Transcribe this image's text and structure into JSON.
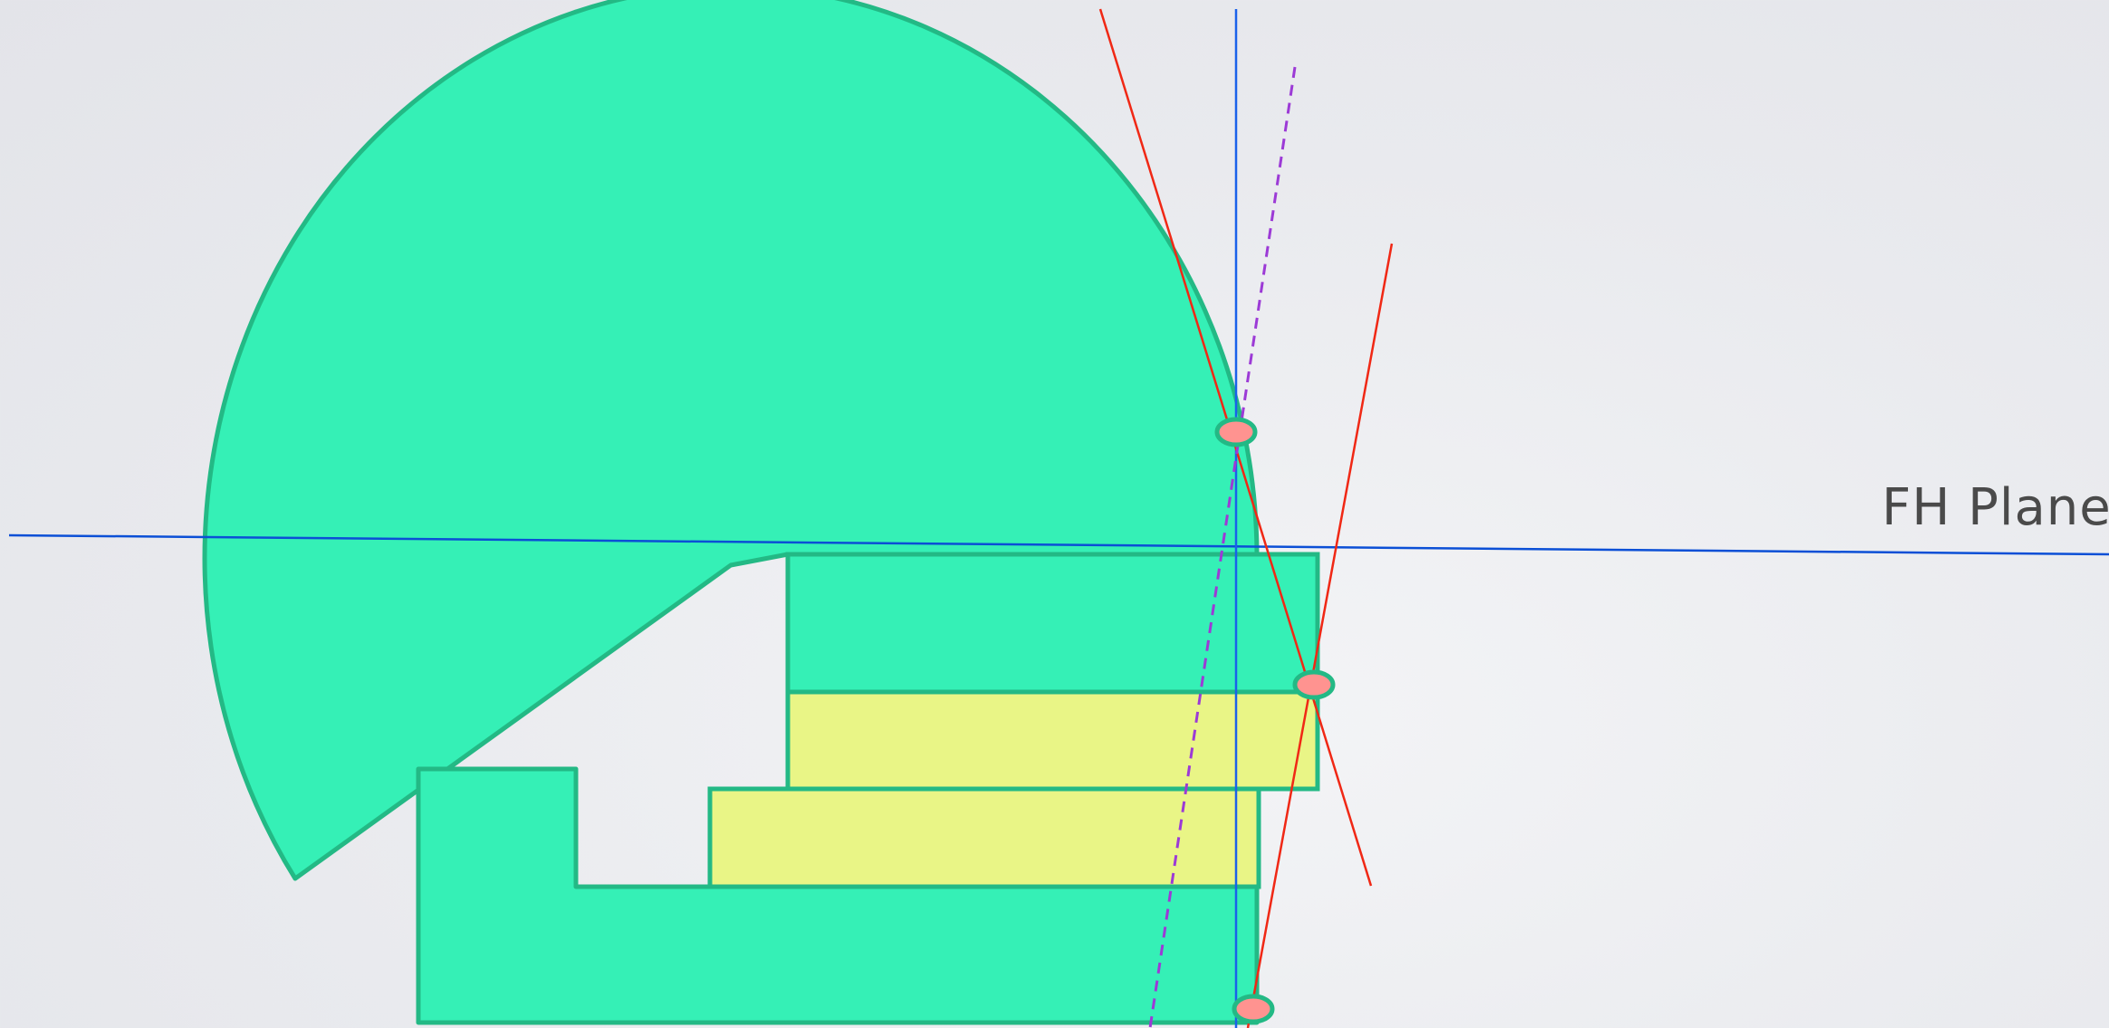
{
  "labels": {
    "fh_plane": "FH Plane"
  },
  "colors": {
    "skull_fill": "#35f0b6",
    "outline": "#23b985",
    "teeth_fill": "#e9f586",
    "landmark_fill": "#ff9390",
    "horizontal_plane": "#0b4fd6",
    "vertical_line": "#1a61ea",
    "profile_lines": "#f02815",
    "dashed_line": "#9c3ad6"
  },
  "landmarks": [
    {
      "id": "upper-landmark"
    },
    {
      "id": "middle-landmark"
    },
    {
      "id": "lower-landmark"
    }
  ]
}
